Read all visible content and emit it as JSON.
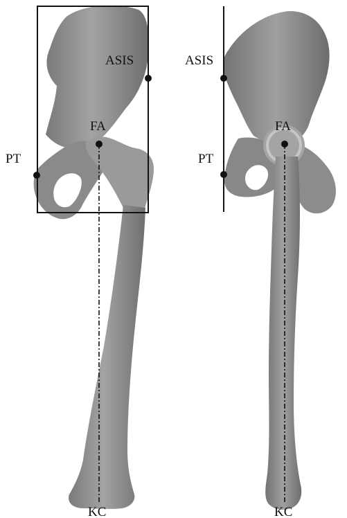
{
  "labels": {
    "left_asis": "ASIS",
    "left_fa": "FA",
    "left_pt": "PT",
    "left_kc": "KC",
    "right_asis": "ASIS",
    "right_fa": "FA",
    "right_pt": "PT",
    "right_kc": "KC"
  },
  "colors": {
    "bone": "#8f8f8f",
    "bone_shadow": "#6d6d6d",
    "bone_highlight": "#b9b9b9",
    "lines": "#111111",
    "background": "#ffffff"
  }
}
